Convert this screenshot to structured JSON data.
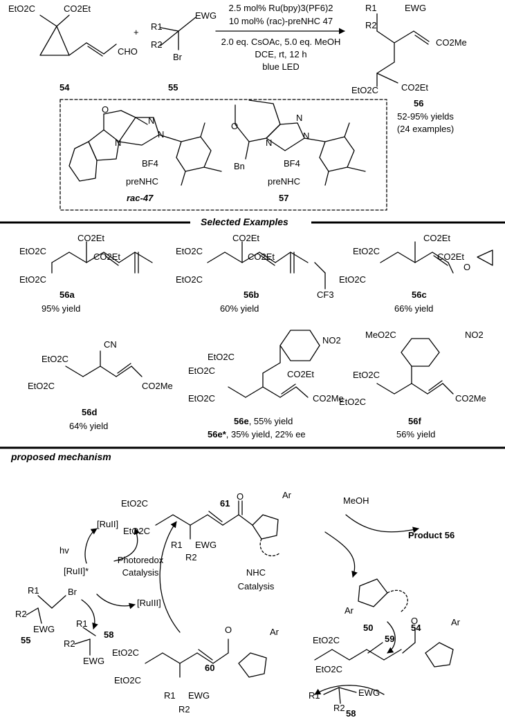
{
  "conditions": {
    "line1": "2.5 mol% Ru(bpy)3(PF6)2",
    "line2": "10 mol% (rac)-preNHC 47",
    "line3": "2.0 eq. CsOAc, 5.0 eq. MeOH",
    "line4": "DCE, rt, 12 h",
    "line5": "blue LED"
  },
  "compounds": {
    "c54": "54",
    "c55": "55",
    "c56": "56",
    "c47": "rac-47",
    "c57": "57",
    "c50": "50",
    "c58": "58",
    "c59": "59",
    "c60": "60",
    "c61": "61"
  },
  "labels": {
    "prenhc": "preNHC",
    "bf4": "BF4",
    "bn": "Bn",
    "cho": "CHO",
    "co2et": "CO2Et",
    "eto2c": "EtO2C",
    "co2me": "CO2Me",
    "meo2c": "MeO2C",
    "ewg": "EWG",
    "br": "Br",
    "r1": "R1",
    "r2": "R2",
    "cn": "CN",
    "no2": "NO2",
    "cf3": "CF3",
    "ar": "Ar",
    "meoh": "MeOH",
    "product56": "Product 56",
    "hv": "hv",
    "ru2": "[RuII]",
    "ru2star": "[RuII]*",
    "ru3": "[RuIII]",
    "photoredox1": "Photoredox",
    "photoredox2": "Catalysis",
    "nhc1": "NHC",
    "nhc2": "Catalysis"
  },
  "yields": {
    "range": "52-95% yields",
    "examples": "(24 examples)"
  },
  "sections": {
    "selected": "Selected Examples",
    "mechanism": "proposed mechanism"
  },
  "examples": [
    {
      "id": "56a",
      "yield": "95% yield"
    },
    {
      "id": "56b",
      "yield": "60% yield"
    },
    {
      "id": "56c",
      "yield": "66% yield"
    },
    {
      "id": "56d",
      "yield": "64% yield"
    },
    {
      "id": "56e",
      "yield": ", 55% yield",
      "extra_id": "56e*",
      "extra": ", 35% yield, 22% ee"
    },
    {
      "id": "56f",
      "yield": "56% yield"
    }
  ]
}
